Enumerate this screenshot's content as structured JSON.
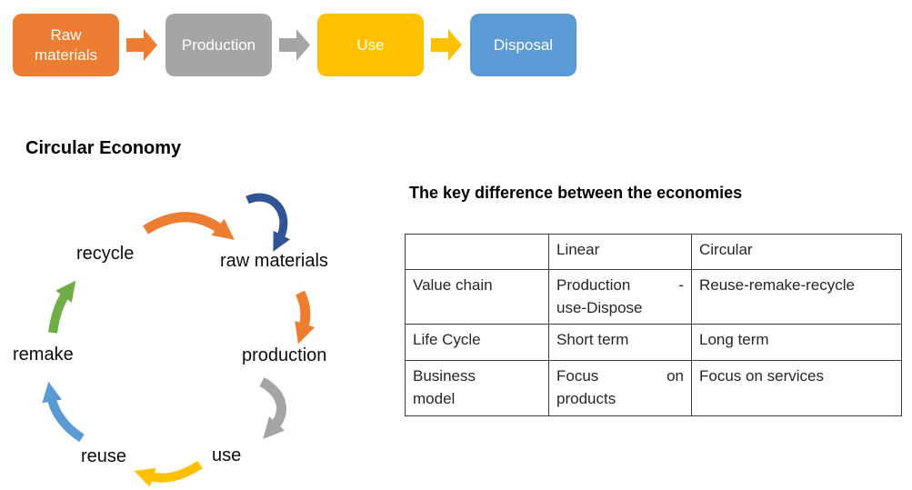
{
  "colors": {
    "orange": "#ED7D31",
    "gray": "#A5A5A5",
    "gold": "#FFC000",
    "light_blue": "#5B9BD5",
    "dark_blue": "#2F5597",
    "green": "#70AD47",
    "table_border": "#3f3f3f"
  },
  "linear_flow": {
    "steps": [
      {
        "label": "Raw materials",
        "color": "#ED7D31"
      },
      {
        "label": "Production",
        "color": "#A5A5A5"
      },
      {
        "label": "Use",
        "color": "#FFC000"
      },
      {
        "label": "Disposal",
        "color": "#5B9BD5"
      }
    ],
    "connectors": [
      {
        "name": "arrow-raw-materials-to-production",
        "color": "#ED7D31"
      },
      {
        "name": "arrow-production-to-use",
        "color": "#A5A5A5"
      },
      {
        "name": "arrow-use-to-disposal",
        "color": "#FFC000"
      }
    ]
  },
  "circular_economy": {
    "title": "Circular Economy",
    "labels": {
      "recycle": "recycle",
      "raw_materials": "raw materials",
      "production": "production",
      "use": "use",
      "reuse": "reuse",
      "remake": "remake"
    },
    "arrows": [
      {
        "name": "recycle-to-raw-materials-arrow",
        "color": "#ED7D31"
      },
      {
        "name": "raw-materials-loop-arrow",
        "color": "#2F5597"
      },
      {
        "name": "raw-materials-to-production-arrow",
        "color": "#ED7D31"
      },
      {
        "name": "production-to-use-arrow",
        "color": "#A5A5A5"
      },
      {
        "name": "use-to-reuse-arrow",
        "color": "#FFC000"
      },
      {
        "name": "reuse-to-remake-arrow",
        "color": "#5B9BD5"
      },
      {
        "name": "remake-to-recycle-arrow",
        "color": "#70AD47"
      }
    ]
  },
  "comparison": {
    "title": "The key difference between the economies",
    "table": {
      "headers": [
        "",
        "Linear",
        "Circular"
      ],
      "rows": [
        {
          "label": "Value chain",
          "linear": "Production -\nuse-Dispose",
          "circular": "Reuse-remake-recycle"
        },
        {
          "label": "Life Cycle",
          "linear": "Short term",
          "circular": "Long term"
        },
        {
          "label": "Business\nmodel",
          "linear": "Focus on\nproducts",
          "circular": "Focus on services"
        }
      ]
    }
  }
}
